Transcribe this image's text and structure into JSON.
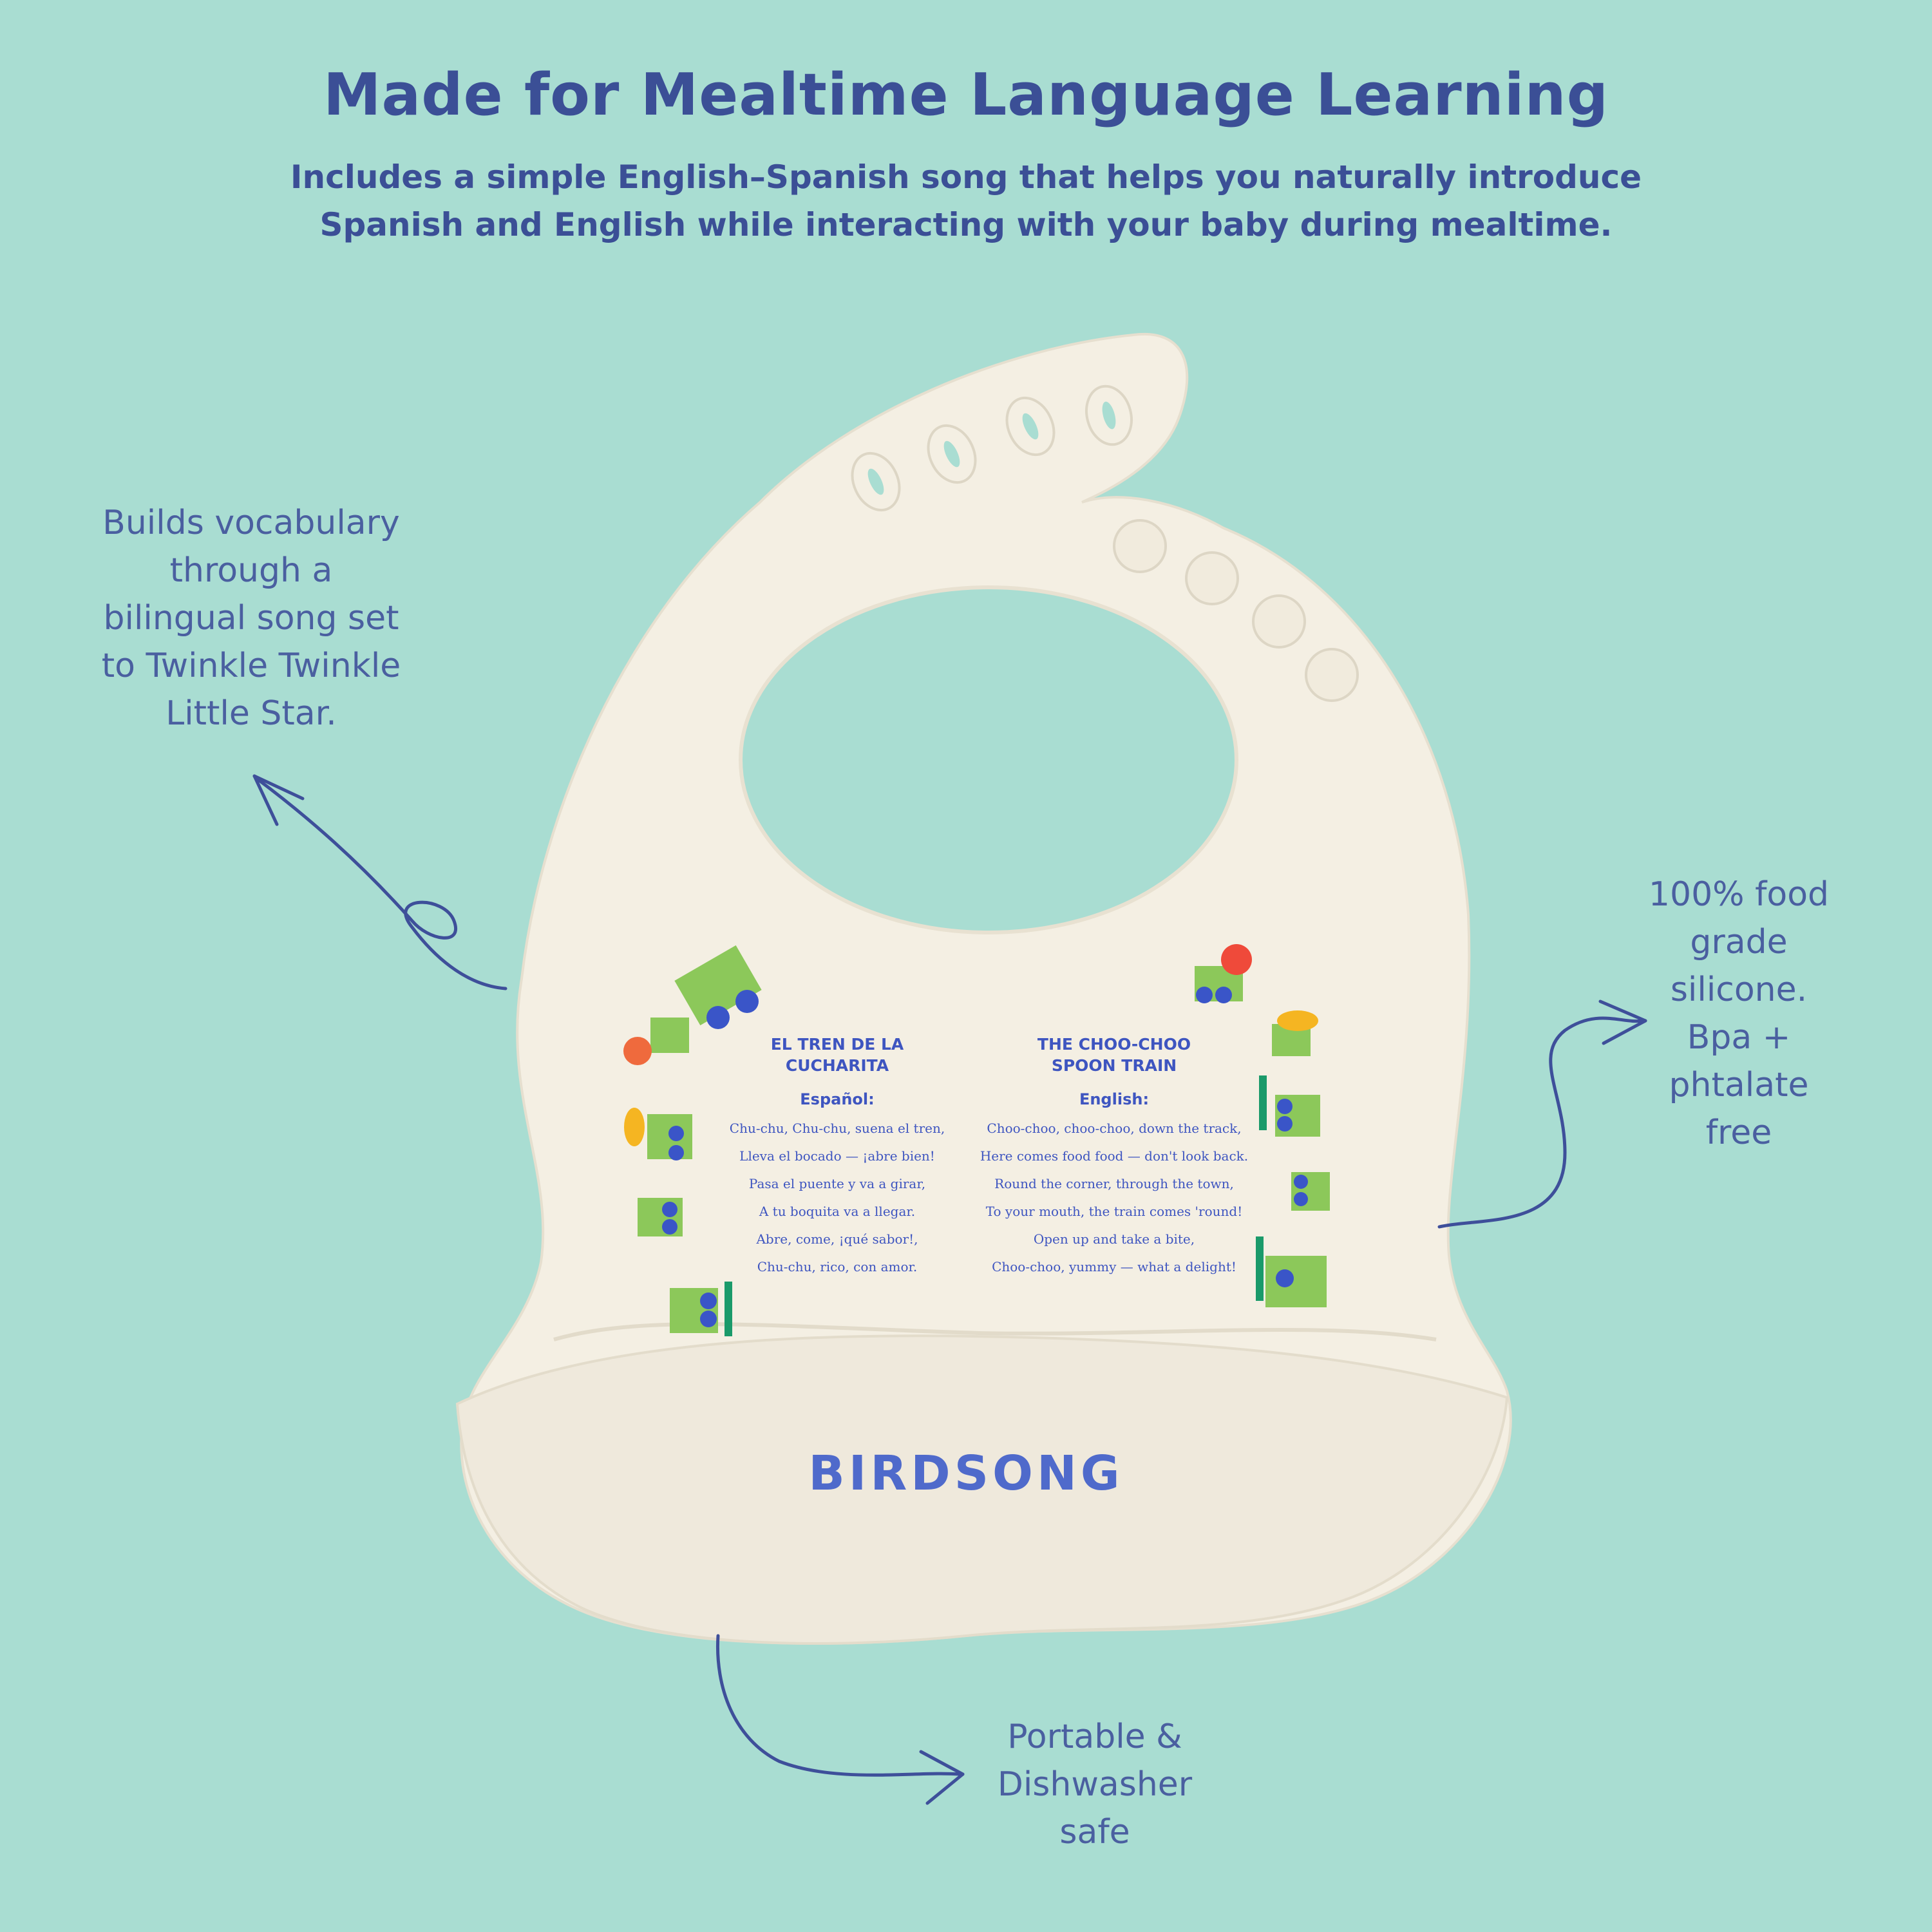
{
  "header": {
    "title": "Made for Mealtime Language Learning",
    "subtitle": "Includes a simple English–Spanish song that helps you naturally introduce Spanish and English while interacting with your baby during mealtime."
  },
  "callouts": {
    "vocabulary": "Builds vocabulary\nthrough a\nbilingual song set\nto Twinkle Twinkle\nLittle Star.",
    "silicone": "100% food\ngrade\nsilicone.\nBpa +\nphtalate\nfree",
    "portable": "Portable &\nDishwasher\nsafe"
  },
  "bib": {
    "brand": "BIRDSONG",
    "song_spanish": {
      "title": "EL TREN DE LA\nCUCHARITA",
      "language": "Español:",
      "lines": [
        "Chu-chu, Chu-chu, suena el tren,",
        "Lleva el bocado — ¡abre bien!",
        "Pasa el puente y va a girar,",
        "A tu boquita va a llegar.",
        "Abre, come, ¡qué sabor!,",
        "Chu-chu, rico, con amor."
      ]
    },
    "song_english": {
      "title": "THE CHOO-CHOO\nSPOON TRAIN",
      "language": "English:",
      "lines": [
        "Choo-choo, choo-choo, down the track,",
        "Here comes food food — don't look back.",
        "Round the corner, through the town,",
        "To your mouth, the train comes 'round!",
        "Open up and take a bite,",
        "Choo-choo, yummy — what a delight!"
      ]
    }
  },
  "colors": {
    "background": "#a9ddd2",
    "bib": "#f4efe3",
    "text_blue": "#3b4f96",
    "print_blue": "#3e55c0"
  }
}
